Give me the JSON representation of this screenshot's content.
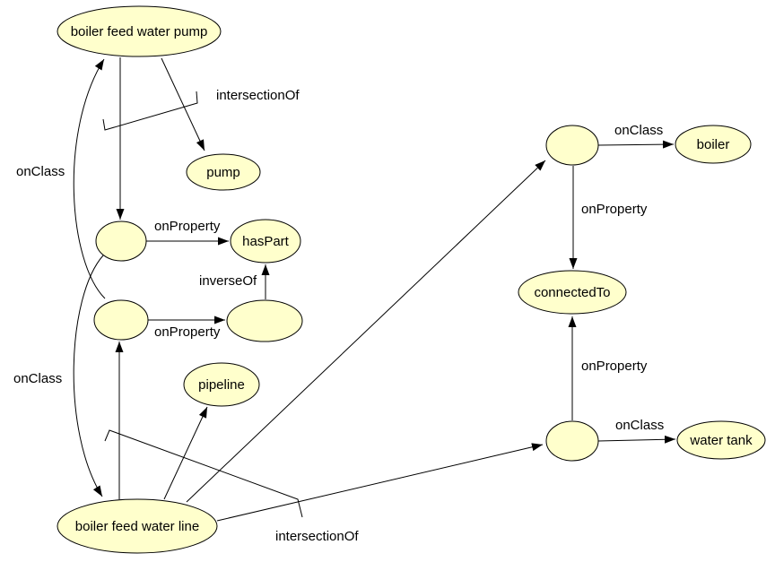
{
  "diagram": {
    "type": "owl-ontology-graph",
    "background": "#FFFFFF",
    "colors": {
      "node_fill": "#FFFFCC",
      "node_stroke": "#000000",
      "edge": "#000000",
      "label_text": "#000000"
    },
    "nodes": {
      "bfw_pump": {
        "label": "boiler feed water pump"
      },
      "pump": {
        "label": "pump"
      },
      "restriction_a": {
        "label": ""
      },
      "has_part": {
        "label": "hasPart"
      },
      "restriction_b": {
        "label": ""
      },
      "anonymous_property": {
        "label": ""
      },
      "pipeline": {
        "label": "pipeline"
      },
      "bfw_line": {
        "label": "boiler feed water line"
      },
      "restriction_c": {
        "label": ""
      },
      "boiler": {
        "label": "boiler"
      },
      "connected_to": {
        "label": "connectedTo"
      },
      "restriction_d": {
        "label": ""
      },
      "water_tank": {
        "label": "water tank"
      }
    },
    "labels": {
      "intersection_of_top": "intersectionOf",
      "on_class_left_top": "onClass",
      "on_property_left_top": "onProperty",
      "inverse_of": "inverseOf",
      "on_property_left_bottom": "onProperty",
      "on_class_left_bottom": "onClass",
      "intersection_of_bottom": "intersectionOf",
      "on_class_right_top": "onClass",
      "on_property_right_top": "onProperty",
      "on_property_right_bottom": "onProperty",
      "on_class_right_bottom": "onClass"
    },
    "relations": [
      {
        "from": "bfw_pump",
        "to": "restriction_a",
        "label": "intersectionOf"
      },
      {
        "from": "bfw_pump",
        "to": "pump",
        "label": "intersectionOf"
      },
      {
        "from": "restriction_a",
        "to": "has_part",
        "label": "onProperty"
      },
      {
        "from": "restriction_a",
        "to": "bfw_line",
        "label": "onClass"
      },
      {
        "from": "restriction_b",
        "to": "anonymous_property",
        "label": "onProperty"
      },
      {
        "from": "restriction_b",
        "to": "bfw_pump",
        "label": "onClass"
      },
      {
        "from": "anonymous_property",
        "to": "has_part",
        "label": "inverseOf"
      },
      {
        "from": "bfw_line",
        "to": "restriction_b",
        "label": "intersectionOf"
      },
      {
        "from": "bfw_line",
        "to": "pipeline",
        "label": "intersectionOf"
      },
      {
        "from": "bfw_line",
        "to": "restriction_c",
        "label": "intersectionOf"
      },
      {
        "from": "bfw_line",
        "to": "restriction_d",
        "label": "intersectionOf"
      },
      {
        "from": "restriction_c",
        "to": "connected_to",
        "label": "onProperty"
      },
      {
        "from": "restriction_c",
        "to": "boiler",
        "label": "onClass"
      },
      {
        "from": "restriction_d",
        "to": "connected_to",
        "label": "onProperty"
      },
      {
        "from": "restriction_d",
        "to": "water_tank",
        "label": "onClass"
      }
    ]
  }
}
